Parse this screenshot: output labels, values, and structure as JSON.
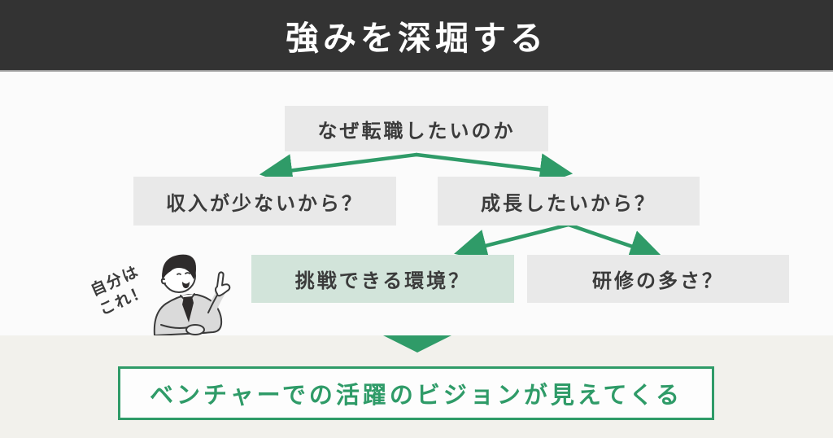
{
  "header": {
    "title": "強みを深堀する"
  },
  "flowchart": {
    "root": {
      "label": "なぜ転職したいのか"
    },
    "level2": [
      {
        "label": "収入が少ないから？"
      },
      {
        "label": "成長したいから？"
      }
    ],
    "level3": [
      {
        "label": "挑戦できる環境？",
        "highlighted": true
      },
      {
        "label": "研修の多さ？",
        "highlighted": false
      }
    ]
  },
  "annotation": {
    "line1": "自分は",
    "line2": "これ！"
  },
  "conclusion": {
    "label": "ベンチャーでの活躍のビジョンが見えてくる"
  },
  "icons": {
    "character": "pointing-businessman",
    "down_triangle": "▼"
  },
  "colors": {
    "header_bg": "#333333",
    "body_bg": "#fbfbfb",
    "footer_bg": "#f2f1ec",
    "accent_green": "#2f9b68",
    "box_gray": "#e9e9e9",
    "box_green": "#d2e4da",
    "text_dark": "#3b3b3b"
  }
}
